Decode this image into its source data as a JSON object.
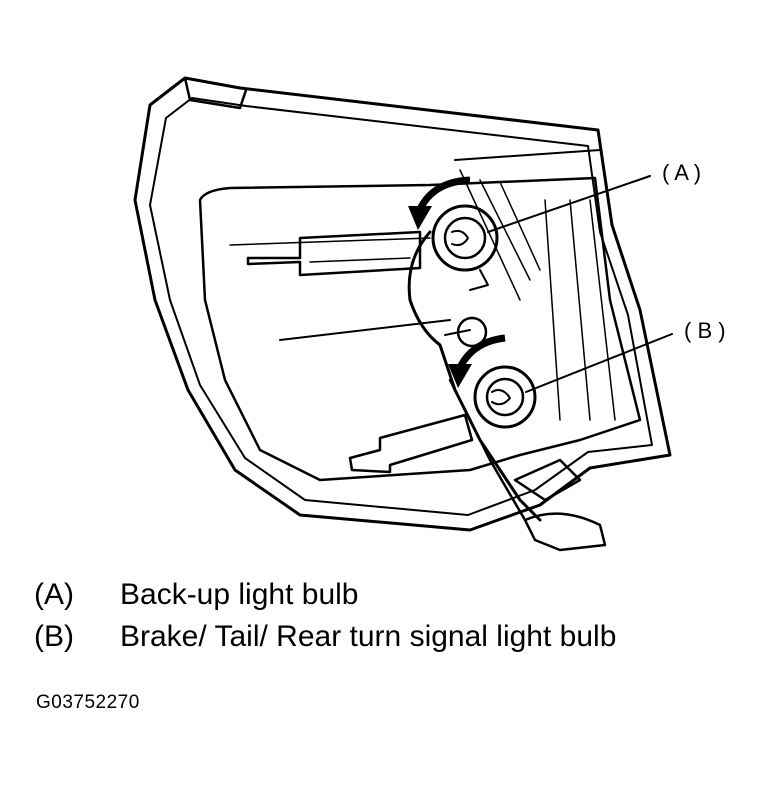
{
  "callouts": {
    "a": "( A )",
    "b": "( B )"
  },
  "legend": [
    {
      "key": "(A)",
      "text": "Back-up light bulb"
    },
    {
      "key": "(B)",
      "text": "Brake/ Tail/ Rear turn signal light bulb"
    }
  ],
  "figure_id": "G03752270",
  "icons": [
    "rotate-arrow-icon",
    "rotate-arrow-icon"
  ]
}
